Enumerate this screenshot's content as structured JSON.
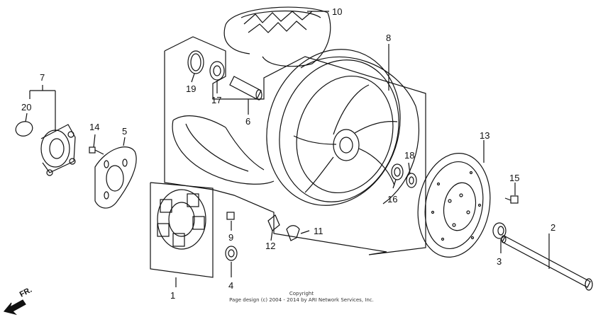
{
  "callouts": {
    "c1": "1",
    "c2": "2",
    "c3": "3",
    "c4": "4",
    "c5": "5",
    "c6": "6",
    "c7": "7",
    "c8": "8",
    "c9": "9",
    "c10": "10",
    "c11": "11",
    "c12": "12",
    "c13": "13",
    "c14": "14",
    "c15": "15",
    "c16": "16",
    "c17": "17",
    "c18": "18",
    "c19": "19",
    "c20": "20"
  },
  "direction_label": "FR.",
  "copyright": {
    "line1": "Copyright",
    "line2": "Page design (c) 2004 - 2014 by ARI Network Services, Inc."
  },
  "colors": {
    "ink": "#111111",
    "background": "#ffffff"
  }
}
